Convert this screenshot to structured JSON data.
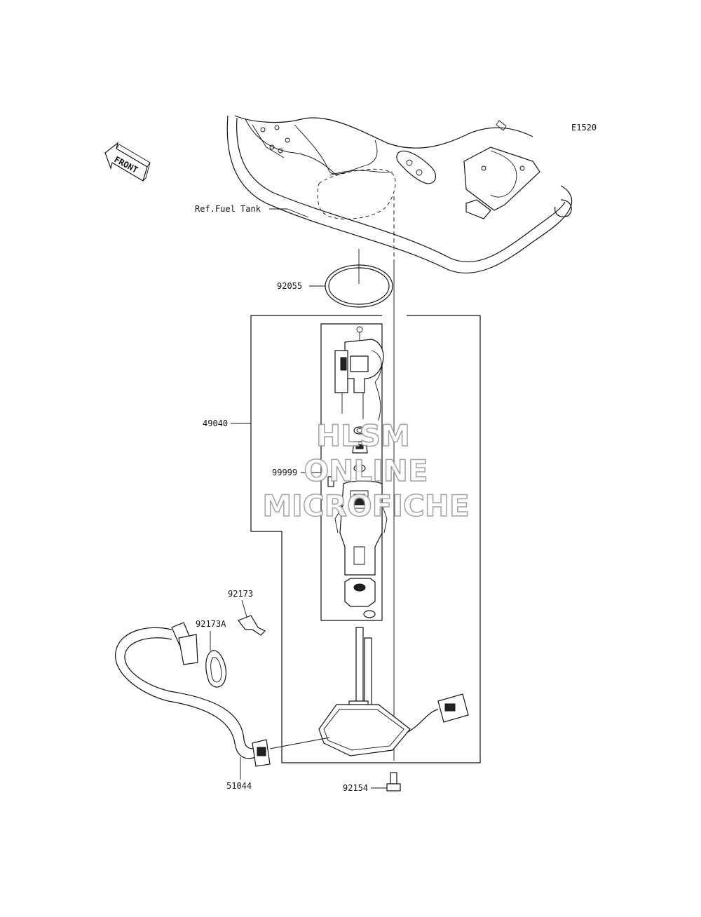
{
  "diagram": {
    "code": "E1520",
    "front_label": "FRONT",
    "ref_fuel_tank": "Ref.Fuel Tank",
    "parts": {
      "p92055": "92055",
      "p49040": "49040",
      "p99999": "99999",
      "p92173": "92173",
      "p92173A": "92173A",
      "p51044": "51044",
      "p92154": "92154"
    },
    "watermark": {
      "line1": "HLSM",
      "line2": "ONLINE",
      "line3": "MICROFICHE"
    }
  }
}
